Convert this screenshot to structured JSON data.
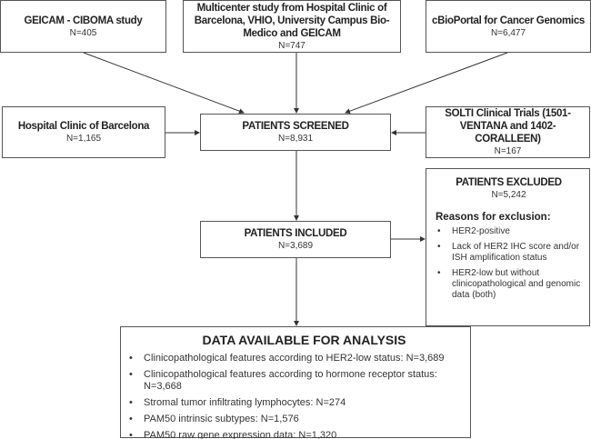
{
  "sources": [
    {
      "title": "GEICAM - CIBOMA study",
      "n": "N=405"
    },
    {
      "title": "Multicenter study from Hospital Clinic of Barcelona, VHIO, University Campus Bio-Medico and GEICAM",
      "n": "N=747"
    },
    {
      "title": "cBioPortal for Cancer Genomics",
      "n": "N=6,477"
    },
    {
      "title": "Hospital Clinic of Barcelona",
      "n": "N=1,165"
    },
    {
      "title": "SOLTI Clinical Trials (1501-VENTANA and 1402-CORALLEEN)",
      "n": "N=167"
    }
  ],
  "screened": {
    "title": "PATIENTS SCREENED",
    "n": "N=8,931"
  },
  "included": {
    "title": "PATIENTS INCLUDED",
    "n": "N=3,689"
  },
  "excluded": {
    "title": "PATIENTS EXCLUDED",
    "n": "N=5,242",
    "reasons_title": "Reasons for exclusion:",
    "reasons": [
      "HER2-positive",
      "Lack of HER2 IHC score and/or ISH amplification status",
      "HER2-low but without clinicopathological and genomic data (both)"
    ]
  },
  "analysis": {
    "title": "DATA AVAILABLE FOR ANALYSIS",
    "items": [
      "Clinicopathological features according to HER2-low status: N=3,689",
      "Clinicopathological features according to hormone receptor status: N=3,668",
      "Stromal tumor infiltrating lymphocytes: N=274",
      "PAM50 intrinsic subtypes: N=1,576",
      "PAM50 raw gene expression data: N=1,320"
    ]
  }
}
